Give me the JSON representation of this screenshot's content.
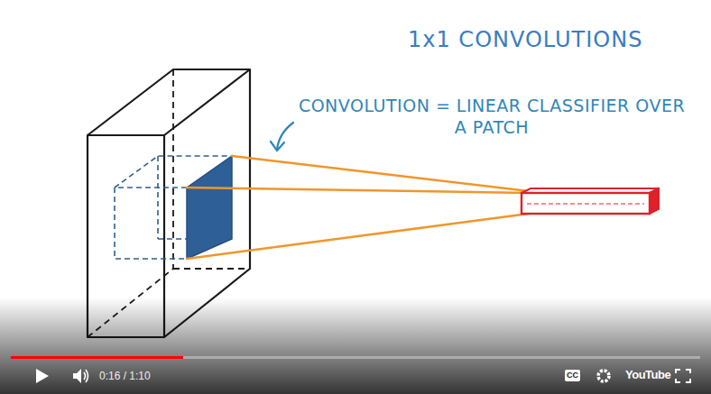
{
  "diagram": {
    "title": "1x1 CONVOLUTIONS",
    "labels": [
      "CONVOLUTION = LINEAR CLASSIFIER OVER A PATCH",
      "0:16 / 1:10",
      "CC",
      "YouTube"
    ]
  }
}
